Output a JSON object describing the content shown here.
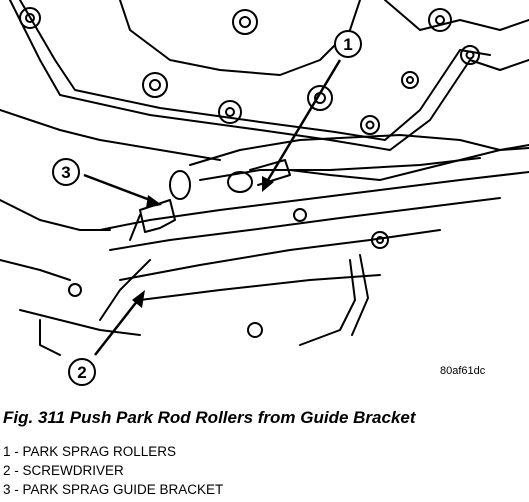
{
  "figure_code": "80af61dc",
  "caption": "Fig. 311 Push Park Rod Rollers from Guide Bracket",
  "callouts": [
    {
      "number": "1",
      "label": "1 - PARK SPRAG ROLLERS"
    },
    {
      "number": "2",
      "label": "2 - SCREWDRIVER"
    },
    {
      "number": "3",
      "label": "3 - PARK SPRAG GUIDE BRACKET"
    }
  ]
}
